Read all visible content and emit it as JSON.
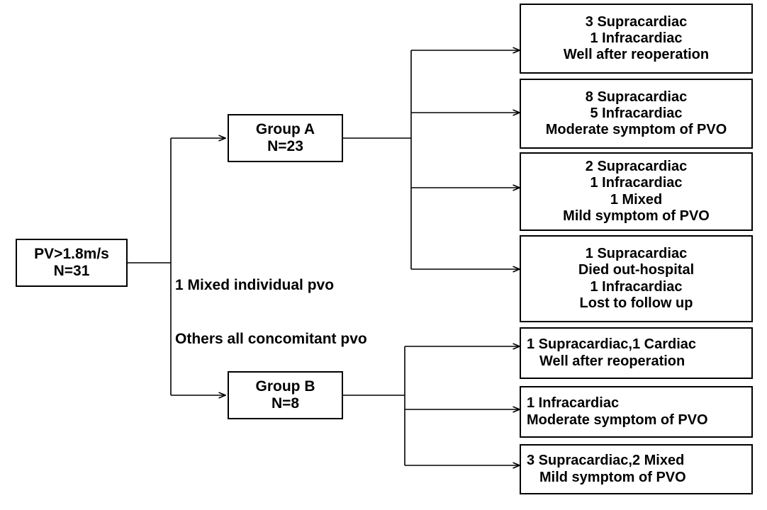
{
  "diagram": {
    "title": "PVO outcome flowchart",
    "stroke_color": "#000000",
    "background_color": "#ffffff"
  },
  "root": {
    "lines": [
      "PV>1.8m/s",
      "N=31"
    ]
  },
  "middle_note": {
    "lines": [
      "1 Mixed individual pvo",
      "Others all concomitant pvo"
    ]
  },
  "groups": [
    {
      "id": "group-a",
      "lines": [
        "Group A",
        "N=23"
      ]
    },
    {
      "id": "group-b",
      "lines": [
        "Group B",
        "N=8"
      ]
    }
  ],
  "outcomes_group_a": [
    {
      "id": "a-outcome-1",
      "lines": [
        "3 Supracardiac",
        "1 Infracardiac",
        "Well after reoperation"
      ]
    },
    {
      "id": "a-outcome-2",
      "lines": [
        "8 Supracardiac",
        "5 Infracardiac",
        "Moderate symptom of PVO"
      ]
    },
    {
      "id": "a-outcome-3",
      "lines": [
        "2 Supracardiac",
        "1 Infracardiac",
        "1 Mixed",
        "Mild symptom of PVO"
      ]
    },
    {
      "id": "a-outcome-4",
      "lines": [
        "1 Supracardiac",
        "Died out-hospital",
        "1 Infracardiac",
        "Lost to follow up"
      ]
    }
  ],
  "outcomes_group_b": [
    {
      "id": "b-outcome-1",
      "lines": [
        "1 Supracardiac,1 Cardiac",
        "Well after reoperation"
      ]
    },
    {
      "id": "b-outcome-2",
      "lines": [
        "1 Infracardiac",
        "Moderate symptom of PVO"
      ]
    },
    {
      "id": "b-outcome-3",
      "lines": [
        "3 Supracardiac,2 Mixed",
        "Mild symptom of PVO"
      ]
    }
  ]
}
